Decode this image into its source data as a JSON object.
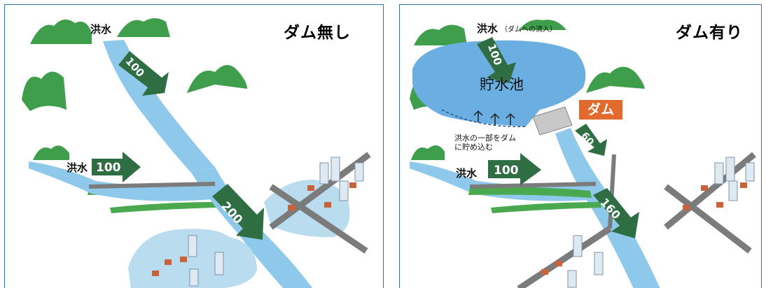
{
  "left": {
    "title": "ダム無し",
    "flood_label_top": "洪水",
    "flood_label_side": "洪水",
    "flow_top": "100",
    "flow_side": "100",
    "flow_main": "200"
  },
  "right": {
    "title": "ダム有り",
    "flood_label_top": "洪水",
    "flood_label_top_note": "（ダムへの流入）",
    "flood_label_side": "洪水",
    "reservoir": "貯水池",
    "dam": "ダム",
    "storage_note_line1": "洪水の一部をダム",
    "storage_note_line2": "に貯め込む",
    "flow_inflow": "100",
    "flow_side": "100",
    "flow_release": "60",
    "flow_main": "160"
  },
  "colors": {
    "river": "#8ec8ea",
    "reservoir": "#6aaee2",
    "hill": "#3f9e4b",
    "arrow": "#2f6d43",
    "road": "#7b7b7b",
    "dam": "#e26a2c",
    "border": "#2f6fb3"
  }
}
